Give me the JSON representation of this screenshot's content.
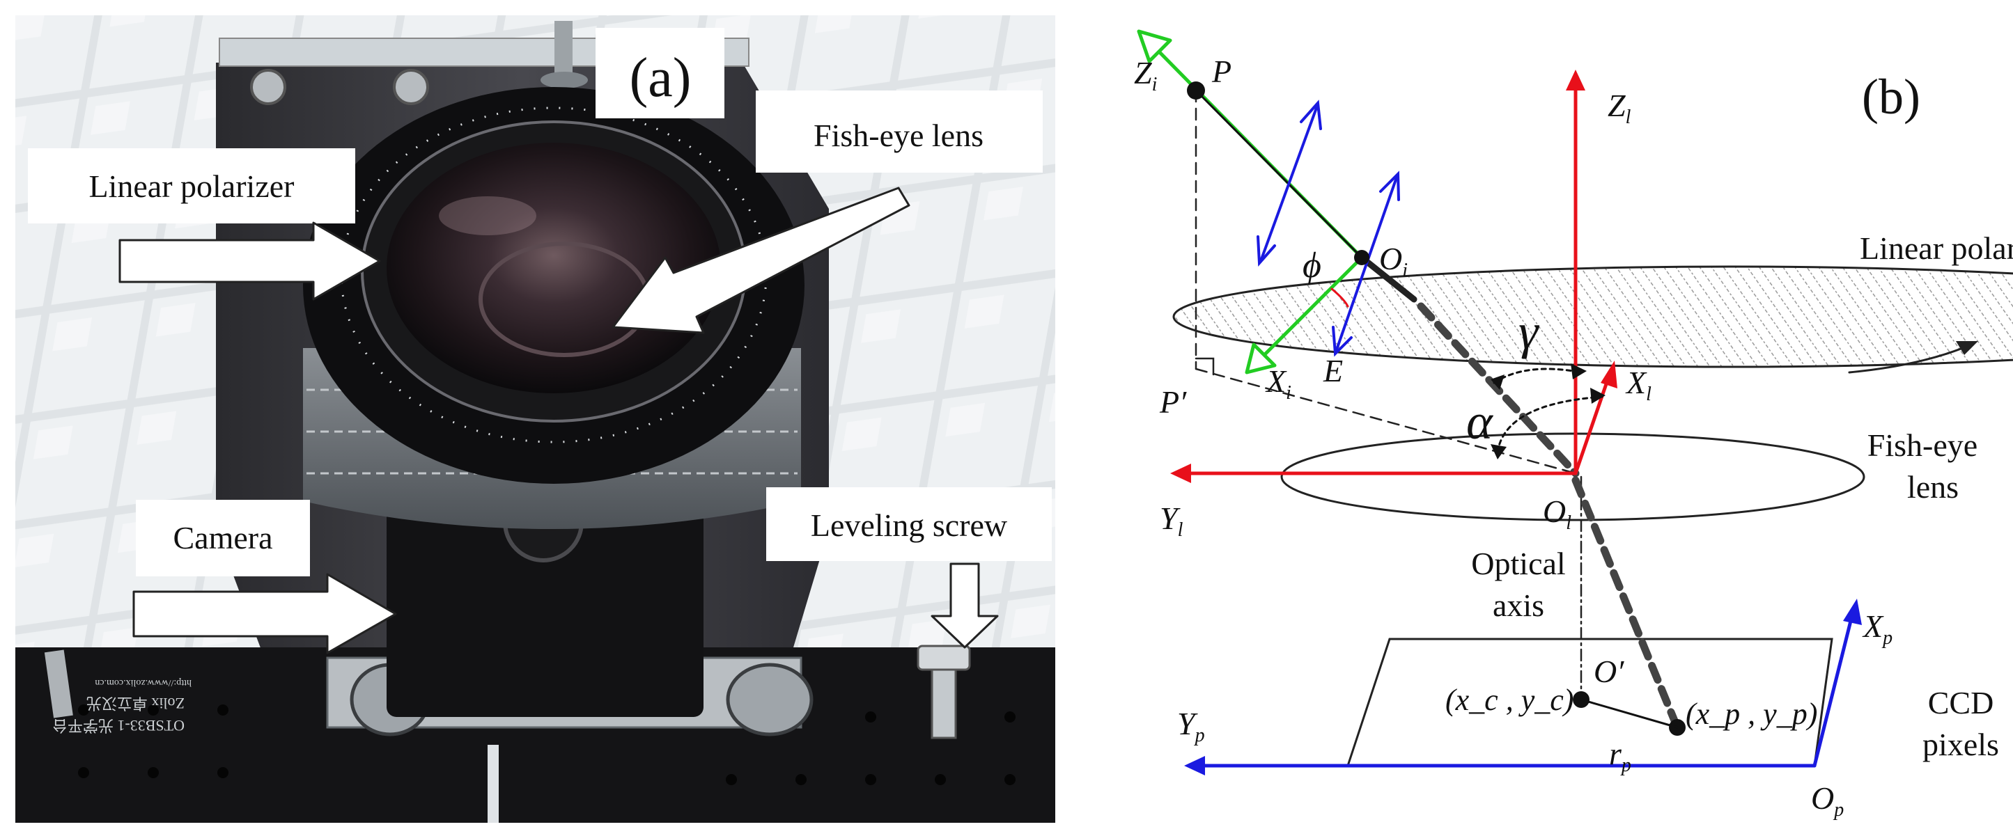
{
  "panel_a": {
    "tag": "(a)",
    "callouts": {
      "fisheye": "Fish-eye lens",
      "polarizer": "Linear polarizer",
      "camera": "Camera",
      "leveling": "Leveling screw"
    },
    "stage_text_1": "OTSB33-1 光学平台",
    "stage_text_2": "Zolix 卓立汉光",
    "stage_text_3": "http://www.zolix.com.cn"
  },
  "panel_b": {
    "tag": "(b)",
    "labels": {
      "zi": "Z",
      "zi_sub": "i",
      "p": "P",
      "oi": "O",
      "oi_sub": "i",
      "phi": "ϕ",
      "e": "E",
      "xi": "X",
      "xi_sub": "i",
      "pprime": "P′",
      "zl": "Z",
      "zl_sub": "l",
      "xl": "X",
      "xl_sub": "l",
      "yl": "Y",
      "yl_sub": "l",
      "ol": "O",
      "ol_sub": "l",
      "gamma": "γ",
      "alpha": "α",
      "optical_axis_1": "Optical",
      "optical_axis_2": "axis",
      "polarizer": "Linear polarizer",
      "fisheye_1": "Fish-eye",
      "fisheye_2": "lens",
      "oprime": "O′",
      "xc_yc": "(x_c , y_c)",
      "xp_yp": "(x_p , y_p)",
      "rp": "r",
      "rp_sub": "p",
      "xp": "X",
      "xp_sub": "p",
      "yp": "Y",
      "yp_sub": "p",
      "op": "O",
      "op_sub": "p",
      "ccd_1": "CCD",
      "ccd_2": "pixels"
    }
  },
  "colors": {
    "red_axis": "#e8101a",
    "blue_axis": "#1a1ae0",
    "green_axis": "#22cc22",
    "dark": "#111111",
    "ray": "#444444"
  }
}
